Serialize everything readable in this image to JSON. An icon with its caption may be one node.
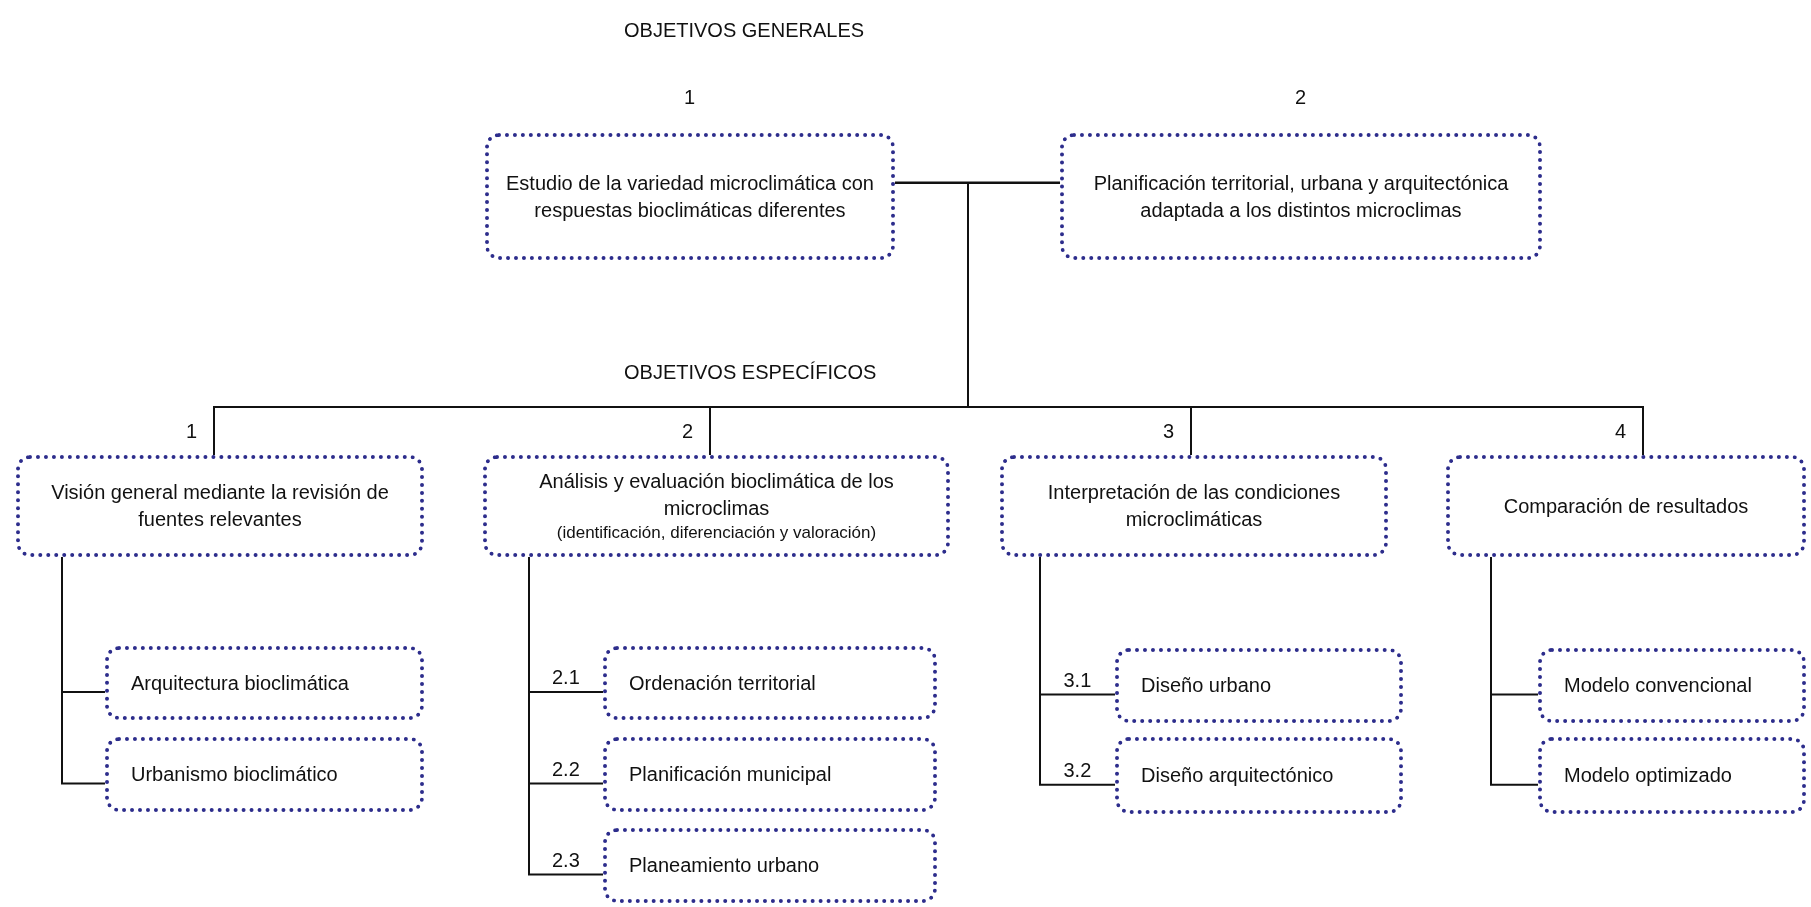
{
  "diagram": {
    "nodes": [
      {
        "text": [
          "Estudio de la variedad microclimática con respuestas bioclimáticas diferentes"
        ],
        "beside": [
          "1"
        ]
      },
      {
        "text": [
          "Planificación territorial, urbana y arquitectónica adaptada a los distintos microclimas"
        ],
        "beside": [
          "2"
        ]
      },
      {
        "text": [
          "Visión general mediante la revisión de fuentes relevantes"
        ],
        "beside": [
          "1"
        ]
      },
      {
        "text": [
          "Análisis y evaluación bioclimática de los microclimas",
          "(identificación, diferenciación y valoración)"
        ],
        "beside": [
          "2"
        ]
      },
      {
        "text": [
          "Interpretación de las condiciones microclimáticas"
        ],
        "beside": [
          "3"
        ]
      },
      {
        "text": [
          "Comparación de resultados"
        ],
        "beside": [
          "4"
        ]
      },
      {
        "text": [
          "Arquitectura bioclimática"
        ]
      },
      {
        "text": [
          "Urbanismo bioclimático"
        ]
      },
      {
        "text": [
          "Ordenación territorial"
        ]
      },
      {
        "text": [
          "Planificación municipal"
        ]
      },
      {
        "text": [
          "Planeamiento urbano"
        ]
      },
      {
        "text": [
          "Diseño urbano"
        ]
      },
      {
        "text": [
          "Diseño arquitectónico"
        ]
      },
      {
        "text": [
          "Modelo convencional"
        ]
      },
      {
        "text": [
          "Modelo optimizado"
        ]
      }
    ],
    "edges": [
      {
        "from": 0,
        "to": 1,
        "arrow": "none"
      },
      {
        "from": 0,
        "to": 2,
        "arrow": "none"
      },
      {
        "from": 0,
        "to": 3,
        "arrow": "none"
      },
      {
        "from": 0,
        "to": 4,
        "arrow": "none"
      },
      {
        "from": 0,
        "to": 5,
        "arrow": "none"
      },
      {
        "from": 1,
        "to": 2,
        "arrow": "none"
      },
      {
        "from": 1,
        "to": 3,
        "arrow": "none"
      },
      {
        "from": 1,
        "to": 4,
        "arrow": "none"
      },
      {
        "from": 1,
        "to": 5,
        "arrow": "none"
      },
      {
        "from": 2,
        "to": 6,
        "arrow": "none"
      },
      {
        "from": 2,
        "to": 7,
        "arrow": "none"
      },
      {
        "from": 3,
        "to": 8,
        "arrow": "none",
        "label": "2.1"
      },
      {
        "from": 3,
        "to": 9,
        "arrow": "none",
        "label": "2.2"
      },
      {
        "from": 3,
        "to": 10,
        "arrow": "none",
        "label": "2.3"
      },
      {
        "from": 4,
        "to": 11,
        "arrow": "none",
        "label": "3.1"
      },
      {
        "from": 4,
        "to": 12,
        "arrow": "none",
        "label": "3.2"
      },
      {
        "from": 5,
        "to": 13,
        "arrow": "none"
      },
      {
        "from": 5,
        "to": 14,
        "arrow": "none"
      }
    ],
    "labels": [
      "OBJETIVOS GENERALES",
      "OBJETIVOS ESPECÍFICOS"
    ]
  }
}
